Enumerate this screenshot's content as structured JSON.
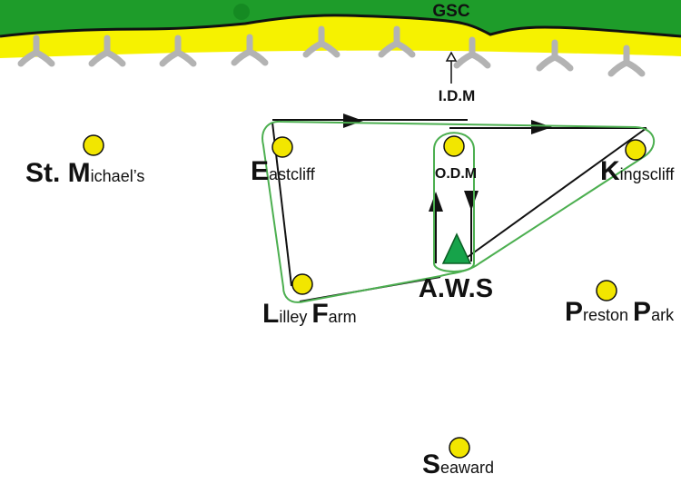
{
  "header": {
    "label": "GSC"
  },
  "colors": {
    "grass": "#1e9c2a",
    "sand": "#f6f200",
    "marker": "#f2e600",
    "route": "#4caf50",
    "aws_triangle": "#16a34a",
    "ground_feature": "#b3b3b3"
  },
  "markers": {
    "idm": "I.D.M",
    "odm": "O.D.M",
    "aws": "A.W.S"
  },
  "locations": {
    "st_michaels": {
      "cap": "St. M",
      "rest": "ichael’s"
    },
    "eastcliff": {
      "cap": "E",
      "rest": "astcliff"
    },
    "kingscliff": {
      "cap": "K",
      "rest": "ingscliff"
    },
    "lilley_farm": {
      "cap1": "L",
      "rest1": "illey ",
      "cap2": "F",
      "rest2": "arm"
    },
    "preston_park": {
      "cap1": "P",
      "rest1": "reston ",
      "cap2": "P",
      "rest2": "ark"
    },
    "seaward": {
      "cap": "S",
      "rest": "eaward"
    }
  }
}
